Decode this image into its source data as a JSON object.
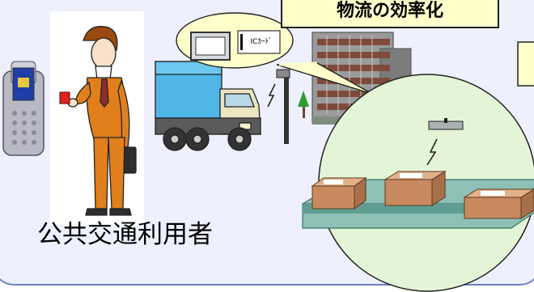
{
  "title_box": {
    "label": "物流の効率化"
  },
  "speech_bubble": {
    "card_label": "ICｶｰﾄﾞ"
  },
  "caption": {
    "label": "公共交通利用者"
  },
  "colors": {
    "background_panel": "#eef1fd",
    "panel_border": "#6d7dc9",
    "title_fill": "#ffffcc",
    "bubble_fill": "#ffffcc",
    "circle_fill": "#e3f5d6",
    "truck_cargo": "#4fb6e6",
    "truck_cab": "#ece6c0",
    "suit": "#e07f1b",
    "conveyor": "#5f9e91",
    "box": "#c98a60",
    "phone": "#b9b9c6",
    "phone_screen": "#1e3ea8"
  },
  "icons": [
    "mobile-phone-icon",
    "delivery-truck-icon",
    "office-building-icon",
    "tree-icon",
    "ic-card-reader-icon",
    "antenna-icon",
    "parcel-box-icon"
  ]
}
